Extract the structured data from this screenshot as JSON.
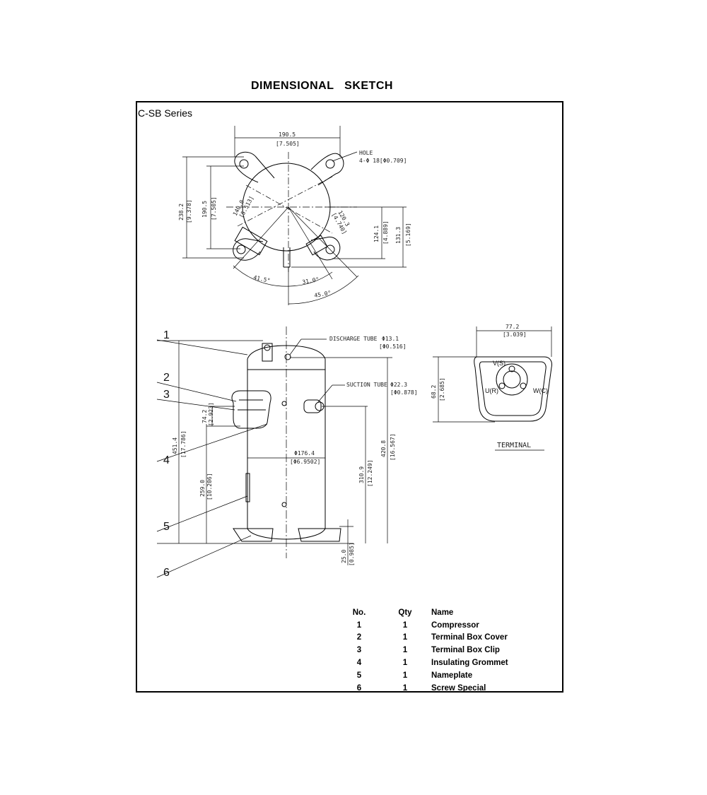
{
  "title": "DIMENSIONAL SKETCH",
  "series": "C-SB Series",
  "top_view": {
    "dim_width": "190.5",
    "dim_width_in": "[7.505]",
    "hole_label": "HOLE",
    "hole_spec": "4-Φ 18[Φ0.709]",
    "dim_238": "238.2",
    "dim_238_in": "[9.378]",
    "dim_190": "190.5",
    "dim_190_in": "[7.505]",
    "dim_140": "140.0",
    "dim_140_in": "[5.513]",
    "dim_120": "120.3",
    "dim_120_in": "[4.740]",
    "dim_124": "124.1",
    "dim_124_in": "[4.889]",
    "dim_131": "131.3",
    "dim_131_in": "[5.169]",
    "angle_41": "41.5°",
    "angle_31": "31.0°",
    "angle_45": "45.0°"
  },
  "front_view": {
    "discharge_label": "DISCHARGE TUBE",
    "discharge_dia": "Φ13.1",
    "discharge_dia_in": "[Φ0.516]",
    "suction_label": "SUCTION TUBE",
    "suction_dia": "Φ22.3",
    "suction_dia_in": "[Φ0.878]",
    "dim_74": "74.2",
    "dim_74_in": "[2.923]",
    "dim_451": "451.4",
    "dim_451_in": "[17.786]",
    "dim_259": "259.0",
    "dim_259_in": "[10.206]",
    "dim_body_dia": "Φ176.4",
    "dim_body_dia_in": "[Φ6.9502]",
    "dim_420": "420.8",
    "dim_420_in": "[16.567]",
    "dim_310": "310.9",
    "dim_310_in": "[12.249]",
    "dim_25": "25.0",
    "dim_25_in": "[0.985]",
    "callouts": [
      "1",
      "2",
      "3",
      "4",
      "5",
      "6"
    ]
  },
  "terminal_view": {
    "dim_77": "77.2",
    "dim_77_in": "[3.039]",
    "dim_68": "68.2",
    "dim_68_in": "[2.685]",
    "pin_v": "V(S)",
    "pin_u": "U(R)",
    "pin_w": "W(C)",
    "caption": "TERMINAL"
  },
  "parts_table": {
    "headers": {
      "no": "No.",
      "qty": "Qty",
      "name": "Name"
    },
    "rows": [
      {
        "no": "1",
        "qty": "1",
        "name": "Compressor"
      },
      {
        "no": "2",
        "qty": "1",
        "name": "Terminal Box Cover"
      },
      {
        "no": "3",
        "qty": "1",
        "name": "Terminal Box Clip"
      },
      {
        "no": "4",
        "qty": "1",
        "name": "Insulating Grommet"
      },
      {
        "no": "5",
        "qty": "1",
        "name": "Nameplate"
      },
      {
        "no": "6",
        "qty": "1",
        "name": "Screw Special"
      }
    ]
  }
}
